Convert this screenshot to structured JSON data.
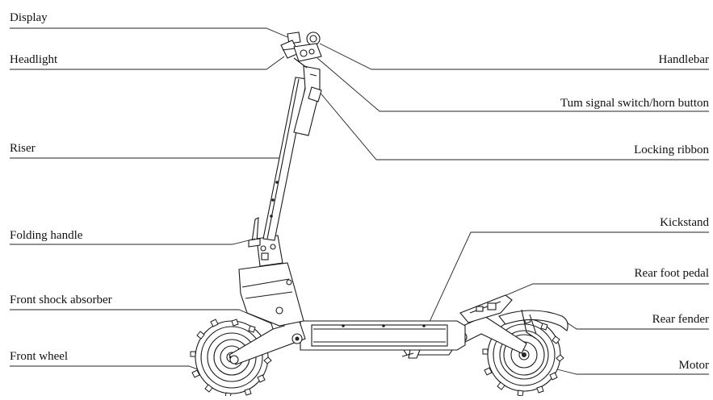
{
  "labels": {
    "display": "Display",
    "headlight": "Headlight",
    "handlebar": "Handlebar",
    "turn_signal": "Tum signal switch/horn button",
    "riser": "Riser",
    "locking_ribbon": "Locking ribbon",
    "folding_handle": "Folding handle",
    "kickstand": "Kickstand",
    "rear_foot_pedal": "Rear foot pedal",
    "front_shock_absorber": "Front shock absorber",
    "rear_fender": "Rear fender",
    "front_wheel": "Front wheel",
    "motor": "Motor"
  }
}
